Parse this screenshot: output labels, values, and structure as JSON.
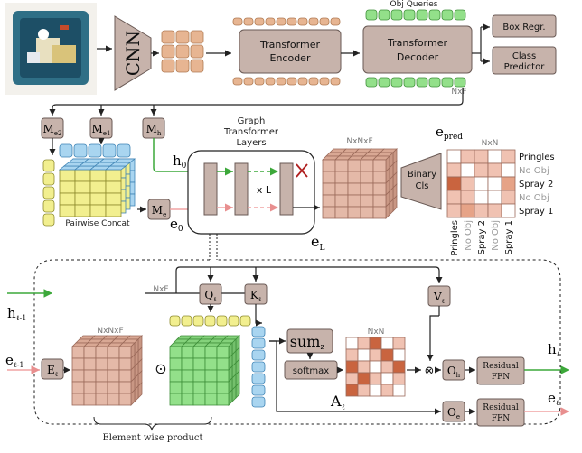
{
  "colors": {
    "orange": "#e7b592",
    "orange_stroke": "#b07a52",
    "green": "#93e08a",
    "green_stroke": "#3f8f3a",
    "yellow": "#f2ef8f",
    "yellow_stroke": "#8d8a2c",
    "blue": "#a9d5f0",
    "blue_stroke": "#3f84b5",
    "gray_block": "#c7b3ab",
    "gray_stroke": "#6a5a55",
    "dark_red": "#c96a45",
    "pink": "#f1a3a3",
    "green_arrow": "#3ca83a"
  },
  "top": {
    "cnn": "CNN",
    "transformer_encoder": [
      "Transformer",
      "Encoder"
    ],
    "obj_queries": "Obj Queries",
    "transformer_decoder": [
      "Transformer",
      "Decoder"
    ],
    "nxf_top": "NxF",
    "box_regr": "Box Regr.",
    "class_predictor": [
      "Class",
      "Predictor"
    ]
  },
  "middle": {
    "m_e2": "M",
    "m_e2_sub": "e2",
    "m_e1": "M",
    "m_e1_sub": "e1",
    "m_h": "M",
    "m_h_sub": "h",
    "m_e": "M",
    "m_e_sub": "e",
    "h0": "h",
    "h0_sub": "0",
    "e0": "e",
    "e0_sub": "0",
    "pairwise_concat": "Pairwise Concat",
    "graph_transformer": [
      "Graph",
      "Transformer",
      "Layers"
    ],
    "xL": "x L",
    "nxnxf": "NxNxF",
    "eL": "e",
    "eL_sub": "L",
    "binary_cls": [
      "Binary",
      "Cls"
    ],
    "e_pred": "e",
    "e_pred_sub": "pred",
    "nxn": "NxN",
    "row_labels": [
      "Pringles",
      "No Obj",
      "Spray 2",
      "No Obj",
      "Spray 1"
    ],
    "col_labels": [
      "Pringles",
      "No Obj",
      "Spray 2",
      "No Obj",
      "Spray 1"
    ],
    "matrix_levels": [
      [
        0,
        1,
        1,
        0,
        1
      ],
      [
        1,
        0,
        1,
        1,
        0
      ],
      [
        3,
        1,
        0,
        0,
        2
      ],
      [
        1,
        1,
        0,
        0,
        1
      ],
      [
        1,
        2,
        1,
        1,
        0
      ]
    ]
  },
  "bottom": {
    "h_in": "h",
    "h_in_sub": "ℓ-1",
    "e_in": "e",
    "e_in_sub": "ℓ-1",
    "nxf": "NxF",
    "e_l": "E",
    "e_l_sub": "ℓ",
    "nxnxf": "NxNxF",
    "odot": "⊙",
    "q": "Q",
    "q_sub": "ℓ",
    "k": "K",
    "k_sub": "ℓ",
    "v": "V",
    "v_sub": "ℓ",
    "sum": "sum",
    "sum_sub": "z",
    "softmax": "softmax",
    "nxn": "NxN",
    "a": "A",
    "a_sub": "ℓ",
    "otimes": "⊗",
    "o_h": "O",
    "o_h_sub": "h",
    "o_e": "O",
    "o_e_sub": "e",
    "residual_ffn": [
      "Residual",
      "FFN"
    ],
    "h_out": "h",
    "h_out_sub": "ℓ",
    "e_out": "e",
    "e_out_sub": "ℓ",
    "element_wise": "Element wise product",
    "attn_levels": [
      [
        0,
        1,
        3,
        0,
        1
      ],
      [
        1,
        0,
        1,
        3,
        0
      ],
      [
        3,
        1,
        0,
        1,
        3
      ],
      [
        1,
        3,
        1,
        0,
        1
      ],
      [
        3,
        1,
        0,
        1,
        0
      ]
    ]
  }
}
